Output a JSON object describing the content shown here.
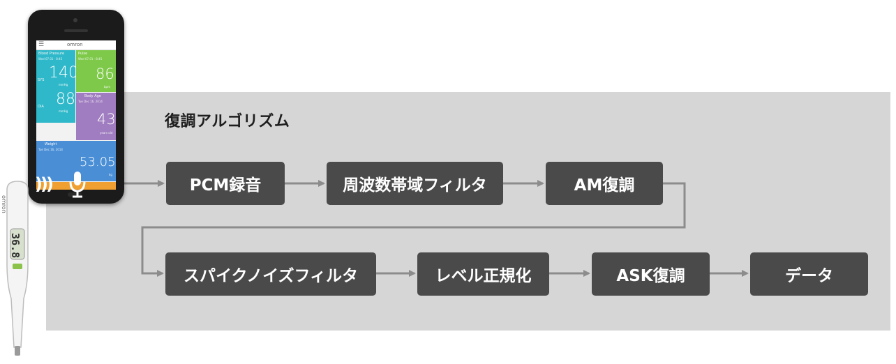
{
  "diagram": {
    "title": "復調アルゴリズム",
    "steps": [
      "PCM録音",
      "周波数帯域フィルタ",
      "AM復調",
      "スパイクノイズフィルタ",
      "レベル正規化",
      "ASK復調",
      "データ"
    ]
  },
  "phone_app": {
    "brand": "omron",
    "tiles": [
      {
        "title": "Blood Pressure",
        "date": "Wed 07.01 · 8:45",
        "sys_label": "SYS",
        "sys": "140",
        "dia_label": "DIA",
        "dia": "88",
        "unit": "mmHg",
        "color": "#2fb8c9"
      },
      {
        "title": "Pulse",
        "date": "Wed 07.01 · 8:45",
        "value": "86",
        "unit": "bpm",
        "color": "#7ec94a"
      },
      {
        "title": "Body Age",
        "date": "Tue Dec 16, 2014",
        "value": "43",
        "unit": "years old",
        "color": "#a07cc0"
      },
      {
        "title": "Weight",
        "date": "Tue Dec 16, 2014",
        "value": "53.05",
        "unit": "kg",
        "color": "#4a8fd6"
      }
    ]
  },
  "thermometer": {
    "brand": "omron",
    "reading": "36.8"
  },
  "colors": {
    "panel": "#d6d6d6",
    "box": "#4a4a4a",
    "arrow": "#8c8c8c"
  }
}
